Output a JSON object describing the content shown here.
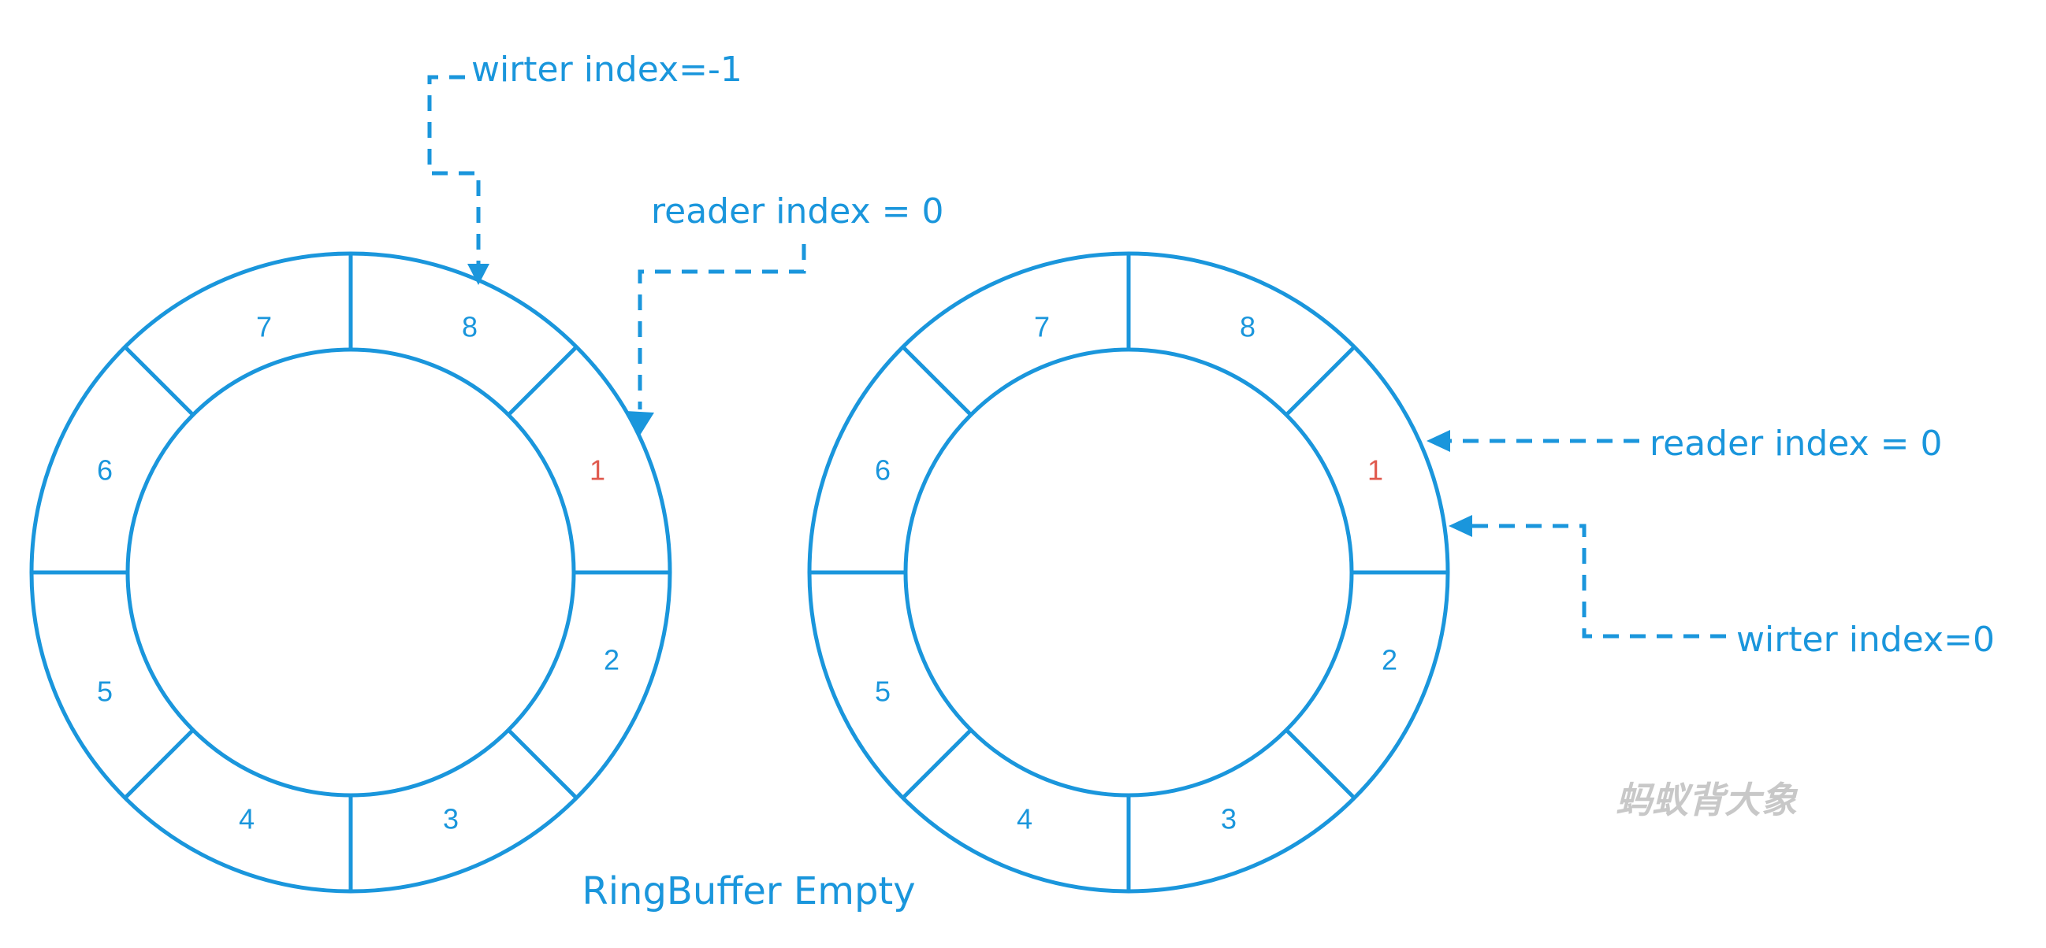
{
  "colors": {
    "primary": "#1a96dc",
    "highlight": "#e05a4e",
    "watermark": "#c8c8c8"
  },
  "left_buffer": {
    "slots": [
      "1",
      "2",
      "3",
      "4",
      "5",
      "6",
      "7",
      "8"
    ],
    "highlighted_slot": "1",
    "writer_label": "wirter index=-1",
    "reader_label": "reader index = 0"
  },
  "right_buffer": {
    "slots": [
      "1",
      "2",
      "3",
      "4",
      "5",
      "6",
      "7",
      "8"
    ],
    "highlighted_slot": "1",
    "reader_label": "reader index = 0",
    "writer_label": "wirter index=0"
  },
  "caption": "RingBuffer Empty",
  "watermark": "蚂蚁背大象"
}
